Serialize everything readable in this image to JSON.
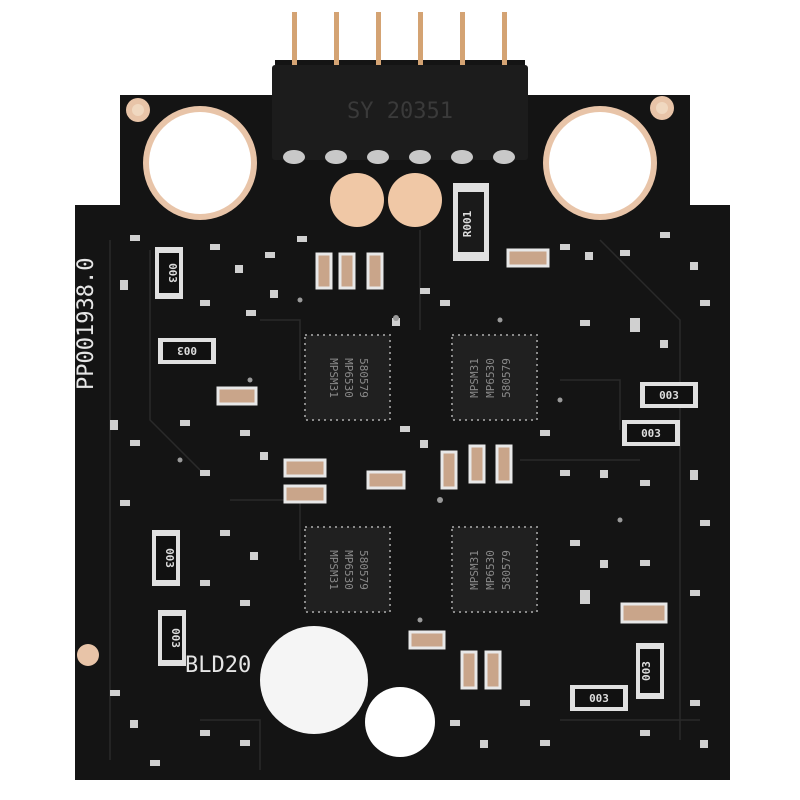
{
  "board": {
    "part_number": "PP001938.0",
    "build_label": "BLD20",
    "colors": {
      "pcb": "#141414",
      "pad": "#e8c4a8",
      "pin": "#d4a373",
      "header": "#1c1c1c"
    }
  },
  "header": {
    "marking": "SY 20351",
    "pin_count": 6
  },
  "resistor_r001": {
    "label": "R001"
  },
  "chips": [
    {
      "lines": [
        "MPSM31",
        "MP6530",
        "580579"
      ]
    },
    {
      "lines": [
        "MPSM31",
        "MP6530",
        "580579"
      ]
    },
    {
      "lines": [
        "MPSM31",
        "MP6530",
        "580579"
      ]
    },
    {
      "lines": [
        "MPSM31",
        "MP6530",
        "580579"
      ]
    }
  ],
  "resistors": [
    {
      "label": "003"
    },
    {
      "label": "003"
    },
    {
      "label": "003"
    },
    {
      "label": "003"
    },
    {
      "label": "003"
    },
    {
      "label": "003"
    },
    {
      "label": "003"
    },
    {
      "label": "003"
    }
  ]
}
